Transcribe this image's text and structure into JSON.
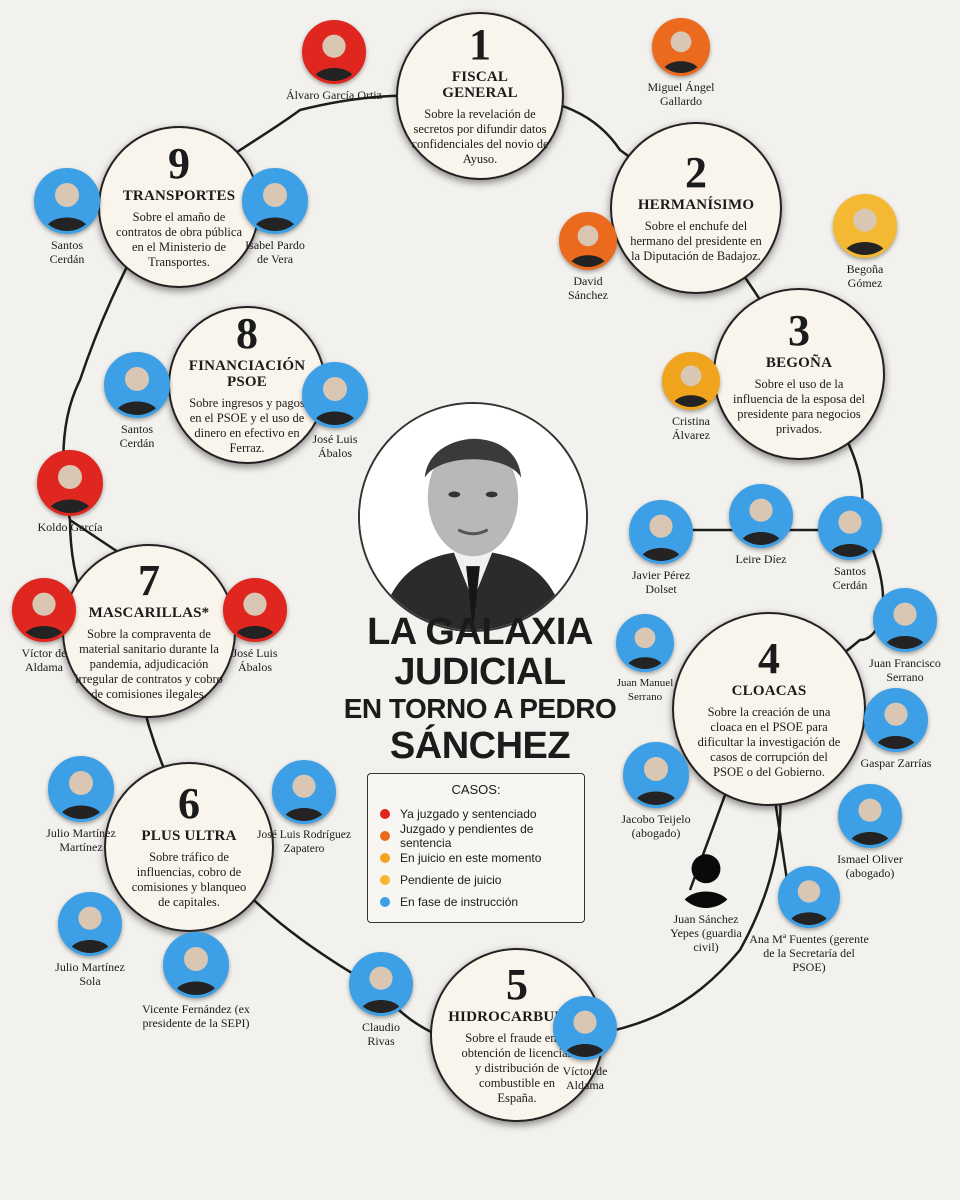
{
  "colors": {
    "red": "#e0271f",
    "dark_orange": "#ec6a1d",
    "orange": "#f0a41e",
    "yellow": "#f4b833",
    "blue": "#3da0e6"
  },
  "headline": {
    "line1": "LA GALAXIA",
    "line2": "JUDICIAL",
    "line3": "EN TORNO A PEDRO",
    "line4": "SÁNCHEZ"
  },
  "legend": {
    "title": "CASOS:",
    "items": [
      {
        "label": "Ya juzgado y sentenciado",
        "color": "#e0271f"
      },
      {
        "label": "Juzgado y pendientes de sentencia",
        "color": "#ec6a1d"
      },
      {
        "label": "En juicio en este momento",
        "color": "#f0a41e"
      },
      {
        "label": "Pendiente de juicio",
        "color": "#f4b833"
      },
      {
        "label": "En fase de instrucción",
        "color": "#3da0e6"
      }
    ]
  },
  "cases": [
    {
      "num": "1",
      "title": "FISCAL GENERAL",
      "desc": "Sobre la revelación de secretos por difundir datos confidenciales del novio de Ayuso."
    },
    {
      "num": "2",
      "title": "HERMANÍSIMO",
      "desc": "Sobre el enchufe del hermano del presidente en la Diputación de Badajoz."
    },
    {
      "num": "3",
      "title": "BEGOÑA",
      "desc": "Sobre el uso de la influencia de la esposa del presidente para negocios privados."
    },
    {
      "num": "4",
      "title": "CLOACAS",
      "desc": "Sobre la creación de una cloaca en el PSOE para dificultar la investigación de casos de corrupción del PSOE o del Gobierno."
    },
    {
      "num": "5",
      "title": "HIDROCARBUROS",
      "desc": "Sobre el fraude en la obtención de licencias y distribución de combustible en España."
    },
    {
      "num": "6",
      "title": "PLUS ULTRA",
      "desc": "Sobre tráfico de influencias, cobro de comisiones y blanqueo de capitales."
    },
    {
      "num": "7",
      "title": "MASCARILLAS*",
      "desc": "Sobre la compraventa de material sanitario durante la pandemia, adjudicación irregular de contratos y cobro de comisiones ilegales."
    },
    {
      "num": "8",
      "title": "FINANCIACIÓN PSOE",
      "desc": "Sobre ingresos y pagos en el PSOE y el uso de dinero en efectivo en Ferraz."
    },
    {
      "num": "9",
      "title": "TRANSPORTES",
      "desc": "Sobre el amaño de contratos de obra pública en el Ministerio de Transportes."
    }
  ],
  "people": [
    {
      "name": "Álvaro García Ortiz",
      "status": "red"
    },
    {
      "name": "Miguel Ángel Gallardo",
      "status": "dark_orange"
    },
    {
      "name": "David Sánchez",
      "status": "dark_orange"
    },
    {
      "name": "Begoña Gómez",
      "status": "yellow"
    },
    {
      "name": "Cristina Álvarez",
      "status": "yellow"
    },
    {
      "name": "Javier Pérez Dolset",
      "status": "blue"
    },
    {
      "name": "Leire Díez",
      "status": "blue"
    },
    {
      "name": "Santos Cerdán",
      "status": "blue"
    },
    {
      "name": "Juan Francisco Serrano",
      "status": "blue"
    },
    {
      "name": "Juan Manuel Serrano",
      "status": "blue"
    },
    {
      "name": "Gaspar Zarrías",
      "status": "blue"
    },
    {
      "name": "Jacobo Teijelo (abogado)",
      "status": "blue"
    },
    {
      "name": "Ismael Oliver (abogado)",
      "status": "blue"
    },
    {
      "name": "Juan Sánchez Yepes (guardia civil)",
      "status": "white"
    },
    {
      "name": "Ana Mª Fuentes (gerente de la Secretaría del PSOE)",
      "status": "blue"
    },
    {
      "name": "Claudio Rivas",
      "status": "blue"
    },
    {
      "name": "Víctor de Aldama",
      "status": "blue"
    },
    {
      "name": "Vicente Fernández (ex presidente de la SEPI)",
      "status": "blue"
    },
    {
      "name": "Julio Martínez Sola",
      "status": "blue"
    },
    {
      "name": "Julio Martínez Martínez",
      "status": "blue"
    },
    {
      "name": "José Luis Rodríguez Zapatero",
      "status": "blue"
    },
    {
      "name": "Víctor de Aldama",
      "status": "red"
    },
    {
      "name": "José Luis Ábalos",
      "status": "red"
    },
    {
      "name": "Koldo García",
      "status": "red"
    },
    {
      "name": "Santos Cerdán",
      "status": "blue"
    },
    {
      "name": "José Luis Ábalos",
      "status": "blue"
    },
    {
      "name": "Santos Cerdán",
      "status": "blue"
    },
    {
      "name": "Isabel Pardo de Vera",
      "status": "blue"
    }
  ]
}
